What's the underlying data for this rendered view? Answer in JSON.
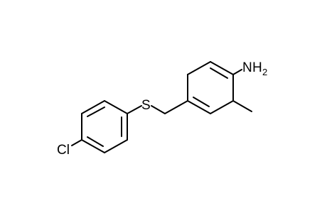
{
  "molecule": {
    "atom_labels": {
      "amine_n": "N",
      "amine_h": "H",
      "amine_h_count": "2",
      "sulfur": "S",
      "chlorine": "Cl"
    },
    "colors": {
      "bond": "#000000",
      "label": "#000000",
      "background": "#ffffff"
    }
  }
}
